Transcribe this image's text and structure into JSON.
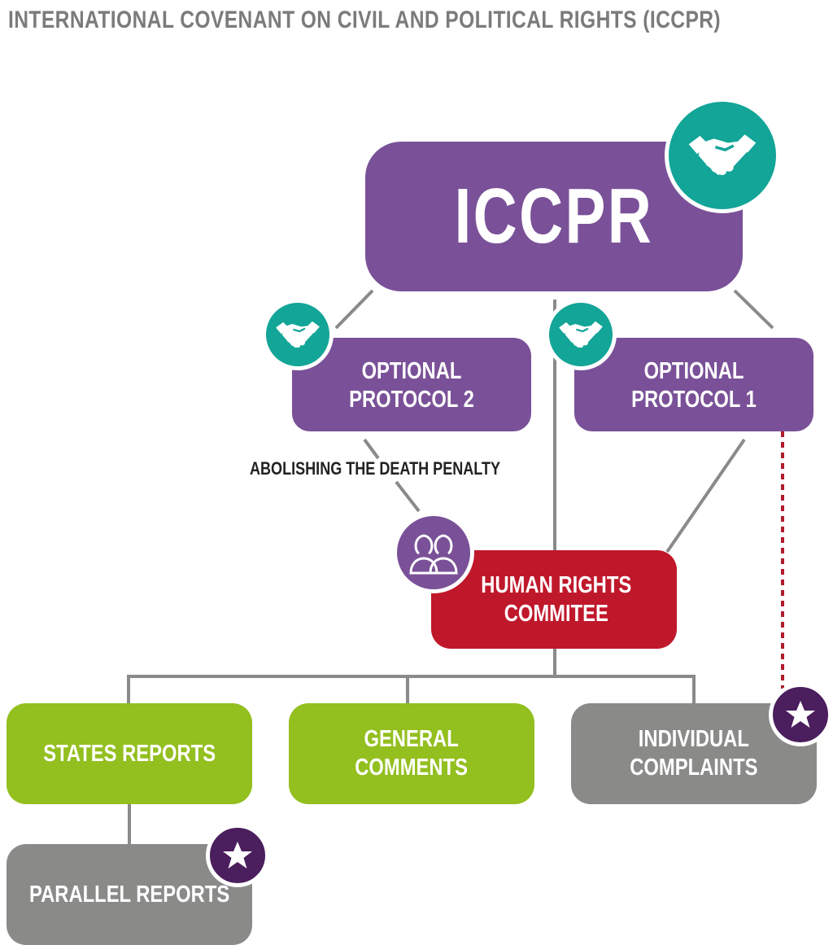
{
  "title": "INTERNATIONAL COVENANT ON CIVIL AND POLITICAL RIGHTS (ICCPR)",
  "nodes": {
    "iccpr": "ICCPR",
    "optional_protocol_2": "OPTIONAL PROTOCOL 2",
    "optional_protocol_1": "OPTIONAL PROTOCOL 1",
    "human_rights_committee": "HUMAN RIGHTS\nCOMMITEE",
    "states_reports": "STATES REPORTS",
    "general_comments": "GENERAL\nCOMMENTS",
    "individual_complaints": "INDIVIDUAL\nCOMPLAINTS",
    "parallel_reports": "PARALLEL REPORTS"
  },
  "edge_label": "ABOLISHING THE DEATH PENALTY",
  "icons": {
    "treaty": "handshake-icon",
    "committee": "people-icon",
    "highlight": "star-icon"
  },
  "colors": {
    "treaty_box": "#7a5198",
    "committee_box": "#c0182b",
    "output_box": "#93bf1f",
    "ngo_box": "#8a8a89",
    "handshake_badge": "#13a597",
    "star_badge": "#4b1e5e",
    "dotted_link": "#b01b2e"
  }
}
